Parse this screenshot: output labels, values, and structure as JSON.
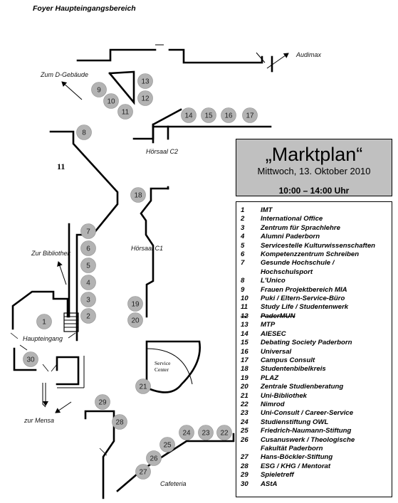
{
  "page_title": "Foyer Haupteingangsbereich",
  "labels": {
    "audimax": "Audimax",
    "zum_d_gebaeude": "Zum D-Gebäude",
    "hoersaal_c2": "Hörsaal  C2",
    "hoersaal_c1": "Hörsaal  C1",
    "zur_bibliothek": "Zur Bibliothek",
    "haupteingang": "Haupteingang",
    "zur_mensa": "zur Mensa",
    "service_center_1": "Service",
    "service_center_2": "Center",
    "cafeteria": "Cafeteria",
    "room_11": "11"
  },
  "header": {
    "title": "„Marktplan“",
    "date": "Mittwoch, 13. Oktober 2010",
    "time": "10:00 – 14:00 Uhr"
  },
  "stands": [
    "1",
    "2",
    "3",
    "4",
    "5",
    "6",
    "7",
    "8",
    "9",
    "10",
    "11",
    "12",
    "13",
    "14",
    "15",
    "16",
    "17",
    "18",
    "19",
    "20",
    "21",
    "22",
    "23",
    "24",
    "25",
    "26",
    "27",
    "28",
    "29",
    "30"
  ],
  "legend": [
    {
      "num": "1",
      "text": "IMT",
      "struck": false
    },
    {
      "num": "2",
      "text": "International Office",
      "struck": false
    },
    {
      "num": "3",
      "text": "Zentrum für Sprachlehre",
      "struck": false
    },
    {
      "num": "4",
      "text": "Alumni Paderborn",
      "struck": false
    },
    {
      "num": "5",
      "text": "Servicestelle Kulturwissenschaften",
      "struck": false
    },
    {
      "num": "6",
      "text": "Kompetenzzentrum Schreiben",
      "struck": false
    },
    {
      "num": "7",
      "text": "Gesunde Hochschule /\nHochschulsport",
      "struck": false
    },
    {
      "num": "8",
      "text": "L'Unico",
      "struck": false
    },
    {
      "num": "9",
      "text": "Frauen Projektbereich MIA",
      "struck": false
    },
    {
      "num": "10",
      "text": "Puki / Eltern-Service-Büro",
      "struck": false
    },
    {
      "num": "11",
      "text": "Study Life / Studentenwerk",
      "struck": false
    },
    {
      "num": "12",
      "text": "PaderMUN",
      "struck": true
    },
    {
      "num": "13",
      "text": "MTP",
      "struck": false
    },
    {
      "num": "14",
      "text": "AIESEC",
      "struck": false
    },
    {
      "num": "15",
      "text": "Debating Society Paderborn",
      "struck": false
    },
    {
      "num": "16",
      "text": "Universal",
      "struck": false
    },
    {
      "num": "17",
      "text": "Campus Consult",
      "struck": false
    },
    {
      "num": "18",
      "text": "Studentenbibelkreis",
      "struck": false
    },
    {
      "num": "19",
      "text": "PLAZ",
      "struck": false
    },
    {
      "num": "20",
      "text": "Zentrale Studienberatung",
      "struck": false
    },
    {
      "num": "21",
      "text": "Uni-Bibliothek",
      "struck": false
    },
    {
      "num": "22",
      "text": "Nimrod",
      "struck": false
    },
    {
      "num": "23",
      "text": "Uni-Consult / Career-Service",
      "struck": false
    },
    {
      "num": "24",
      "text": "Studienstiftung OWL",
      "struck": false
    },
    {
      "num": "25",
      "text": "Friedrich-Naumann-Stiftung",
      "struck": false
    },
    {
      "num": "26",
      "text": "Cusanuswerk / Theologische\nFakultät Paderborn",
      "struck": false
    },
    {
      "num": "27",
      "text": "Hans-Böckler-Stiftung",
      "struck": false
    },
    {
      "num": "28",
      "text": "ESG / KHG / Mentorat",
      "struck": false
    },
    {
      "num": "29",
      "text": "Spieletreff",
      "struck": false
    },
    {
      "num": "30",
      "text": "AStA",
      "struck": false
    }
  ]
}
